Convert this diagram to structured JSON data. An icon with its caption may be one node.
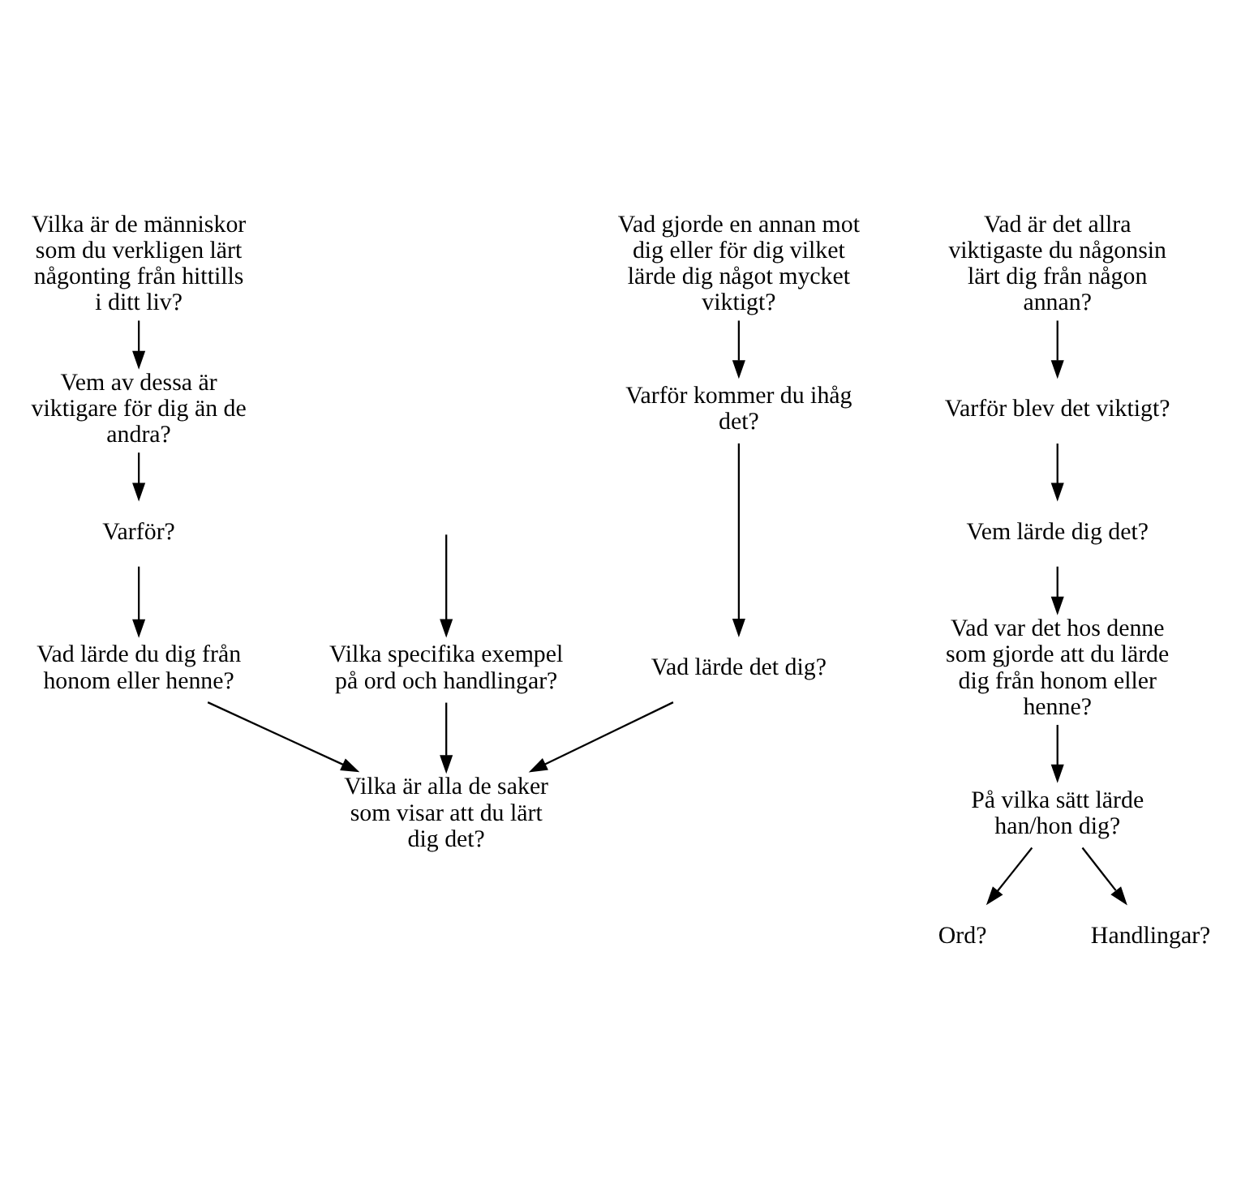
{
  "diagram": {
    "nodes": [
      {
        "text": [
          "Vilka är de människor som du verkligen lärt någonting från hittills i ditt liv?"
        ]
      },
      {
        "text": [
          "Vem av dessa är viktigare för dig än de andra?"
        ]
      },
      {
        "text": [
          "Varför?"
        ]
      },
      {
        "text": [
          "Vad lärde du dig från honom eller henne?"
        ]
      },
      {
        "text": [
          "Vad är det allra viktigaste du någonsin lärt dig från någon annan?"
        ]
      },
      {
        "text": [
          "Varför blev det viktigt?"
        ]
      },
      {
        "text": [
          "Vem lärde dig det?"
        ]
      },
      {
        "text": [
          "Vad var det hos denne som gjorde att du lärde dig från honom eller henne?"
        ]
      },
      {
        "text": [
          "På vilka sätt lärde han/hon dig?"
        ]
      },
      {
        "text": [
          "Ord?"
        ]
      },
      {
        "text": [
          "Handlingar?"
        ]
      },
      {
        "text": [
          "Vilka specifika exempel på ord och handlingar?"
        ]
      },
      {
        "text": [
          "Vad gjorde en annan mot dig eller för dig vilket lärde dig något mycket viktigt?"
        ]
      },
      {
        "text": [
          "Varför kommer du ihåg det?"
        ]
      },
      {
        "text": [
          "Vad lärde det dig?"
        ]
      },
      {
        "text": [
          "Vilka är alla de saker som visar att du lärt dig det?"
        ]
      }
    ],
    "edges": [
      {
        "from": 0,
        "to": 1,
        "arrow": "to"
      },
      {
        "from": 1,
        "to": 2,
        "arrow": "to"
      },
      {
        "from": 2,
        "to": 3,
        "arrow": "to"
      },
      {
        "from": 4,
        "to": 5,
        "arrow": "to"
      },
      {
        "from": 5,
        "to": 6,
        "arrow": "to"
      },
      {
        "from": 6,
        "to": 7,
        "arrow": "to"
      },
      {
        "from": 7,
        "to": 8,
        "arrow": "to"
      },
      {
        "from": 8,
        "to": 9,
        "arrow": "to"
      },
      {
        "from": 8,
        "to": 10,
        "arrow": "to"
      },
      {
        "from": null,
        "to": 11,
        "arrow": "to"
      },
      {
        "from": 12,
        "to": 13,
        "arrow": "to"
      },
      {
        "from": 13,
        "to": 14,
        "arrow": "to"
      },
      {
        "from": 14,
        "to": 15,
        "arrow": "to"
      },
      {
        "from": 11,
        "to": 15,
        "arrow": "to"
      },
      {
        "from": 3,
        "to": 15,
        "arrow": "to"
      }
    ]
  }
}
